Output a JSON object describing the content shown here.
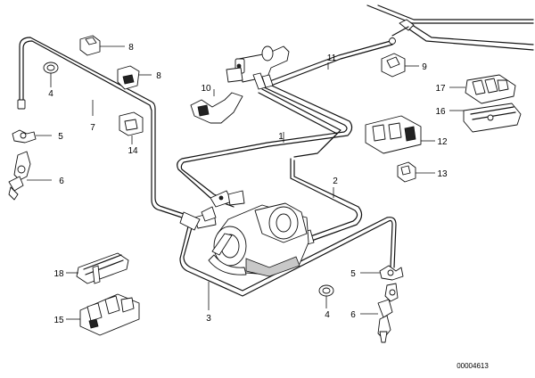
{
  "callouts": {
    "c1": "1",
    "c2": "2",
    "c3": "3",
    "c4a": "4",
    "c4b": "4",
    "c5a": "5",
    "c5b": "5",
    "c6a": "6",
    "c6b": "6",
    "c7": "7",
    "c8a": "8",
    "c8b": "8",
    "c9": "9",
    "c10": "10",
    "c11": "11",
    "c12": "12",
    "c13": "13",
    "c14": "14",
    "c15": "15",
    "c16": "16",
    "c17": "17",
    "c18": "18"
  },
  "diagram_ref": "00004613"
}
